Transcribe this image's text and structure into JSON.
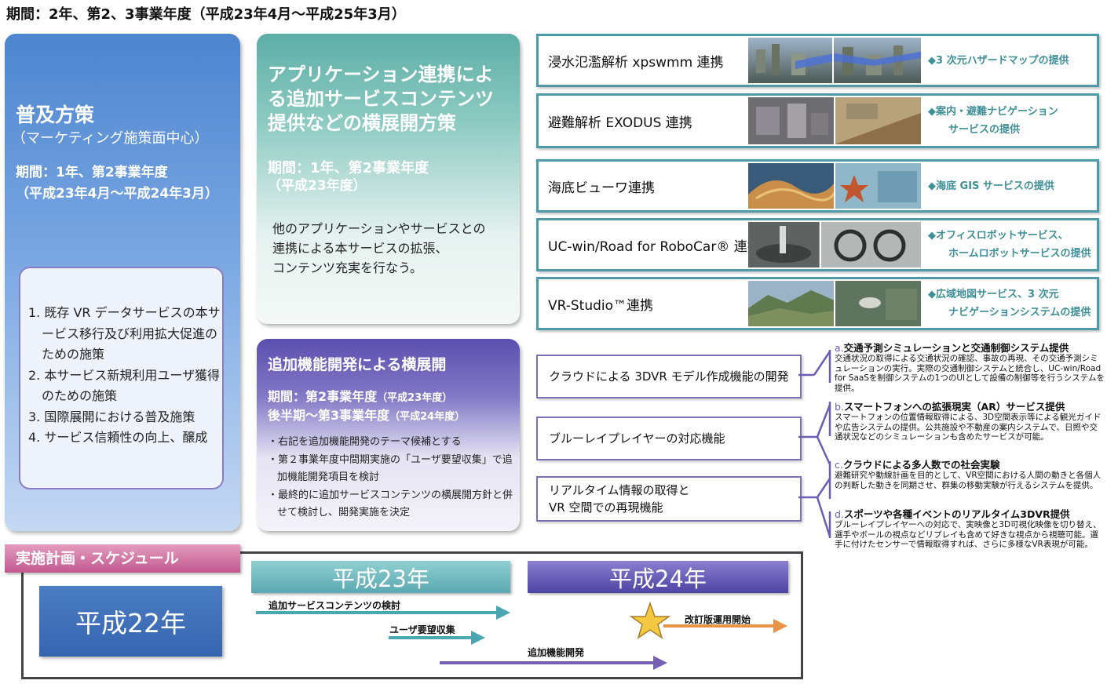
{
  "header": {
    "title": "期間：2年、第2、3事業年度（平成23年4月～平成25年3月）"
  },
  "diffusion": {
    "title": "普及方策",
    "subtitle": "（マーケティング施策面中心）",
    "period_line1": "期間：1年、第2事業年度",
    "period_line2": "（平成23年4月～平成24年3月）",
    "items": [
      "1. 既存 VR データサービスの本サービス移行及び利用拡大促進のための施策",
      "2. 本サービス新規利用ユーザ獲得のための施策",
      "3. 国際展開における普及施策",
      "4. サービス信頼性の向上、醸成"
    ]
  },
  "app_linkage": {
    "title_line1": "アプリケーション連携によ",
    "title_line2": "る追加サービスコンテンツ",
    "title_line3": "提供などの横展開方策",
    "period_line1": "期間：1年、第2事業年度",
    "period_line2": "（平成23年度）",
    "desc_line1": "他のアプリケーションやサービスとの",
    "desc_line2": "連携による本サービスの拡張、",
    "desc_line3": "コンテンツ充実を行なう。"
  },
  "feature_dev": {
    "title": "追加機能開発による横展開",
    "period_line1_main": "期間：第2事業年度",
    "period_line1_sub": "（平成23年度）",
    "period_line2_main": "後半期～第3事業年度",
    "period_line2_sub": "（平成24年度）",
    "items": [
      "・右記を追加機能開発のテーマ候補とする",
      "・第２事業年度中間期実施の「ユーザ要望収集」で追加機能開発項目を検討",
      "・最終的に追加サービスコンテンツの横展開方針と併せて検討し、開発実施を決定"
    ]
  },
  "apps": [
    {
      "label": "浸水氾濫解析 xpswmm 連携",
      "service_line1": "◆3 次元ハザードマップの提供",
      "service_line2": ""
    },
    {
      "label": "避難解析 EXODUS 連携",
      "service_line1": "◆案内・避難ナビゲーション",
      "service_line2": "サービスの提供"
    },
    {
      "label": "海底ビューワ連携",
      "service_line1": "◆海底 GIS サービスの提供",
      "service_line2": ""
    },
    {
      "label": "UC-win/Road for RoboCar® 連携",
      "service_line1": "◆オフィスロボットサービス、",
      "service_line2": "ホームロボットサービスの提供"
    },
    {
      "label": "VR-Studio™連携",
      "service_line1": "◆広域地図サービス、3 次元",
      "service_line2": "ナビゲーションシステムの提供"
    }
  ],
  "features": [
    {
      "line1": "クラウドによる 3DVR モデル作成機能の開発",
      "line2": ""
    },
    {
      "line1": "ブルーレイプレイヤーの対応機能",
      "line2": ""
    },
    {
      "line1": "リアルタイム情報の取得と",
      "line2": "VR 空間での再現機能"
    }
  ],
  "themes": [
    {
      "idx": "a.",
      "title": "交通予測シミュレーションと交通制御システム提供",
      "body": "交通状況の取得による交通状況の確認、事故の再現、その交通予測シミュレーションの実行。実際の交通制御システムと統合し、UC-win/Road for SaaSを制御システムの1つのUIとして設備の制御等を行うシステムを提供。"
    },
    {
      "idx": "b.",
      "title": "スマートフォンへの拡張現実（AR）サービス提供",
      "body": "スマートフォンの位置情報取得による、3D空間表示等による観光ガイドや広告システムの提供。公共施設や不動産の案内システムで、日照や交通状況などのシミュレーションも含めたサービスが可能。"
    },
    {
      "idx": "c.",
      "title": "クラウドによる多人数での社会実験",
      "body": "避難研究や動線計画を目的として、VR空間における人間の動きと各個人の判断した動きを同期させ、群集の移動実験が行えるシステムを提供。"
    },
    {
      "idx": "d.",
      "title": "スポーツや各種イベントのリアルタイム3DVR提供",
      "body": "ブルーレイプレイヤーへの対応で、実映像と3D可視化映像を切り替え、選手やボールの視点などリプレイも含めて好きな視点から視聴可能。選手に付けたセンサーで情報取得すれば、さらに多様なVR表現が可能。"
    }
  ],
  "schedule": {
    "label": "実施計画・スケジュール",
    "year22": "平成22年",
    "year23": "平成23年",
    "year24": "平成24年",
    "task1": "追加サービスコンテンツの検討",
    "task2": "ユーザ要望収集",
    "task3": "追加機能開発",
    "task4": "改訂版運用開始"
  },
  "colors": {
    "blue": "#4d85cf",
    "teal": "#5daea7",
    "purple": "#5b4fae",
    "app_border": "#4e9aa6",
    "feature_border": "#7d6fb8",
    "service_text": "#3e8f97",
    "schedule_pink": "#c25990",
    "arrow_teal": "#4aa6b0",
    "arrow_purple": "#7560b4",
    "arrow_orange": "#e8924a",
    "star": "#f5c842"
  }
}
